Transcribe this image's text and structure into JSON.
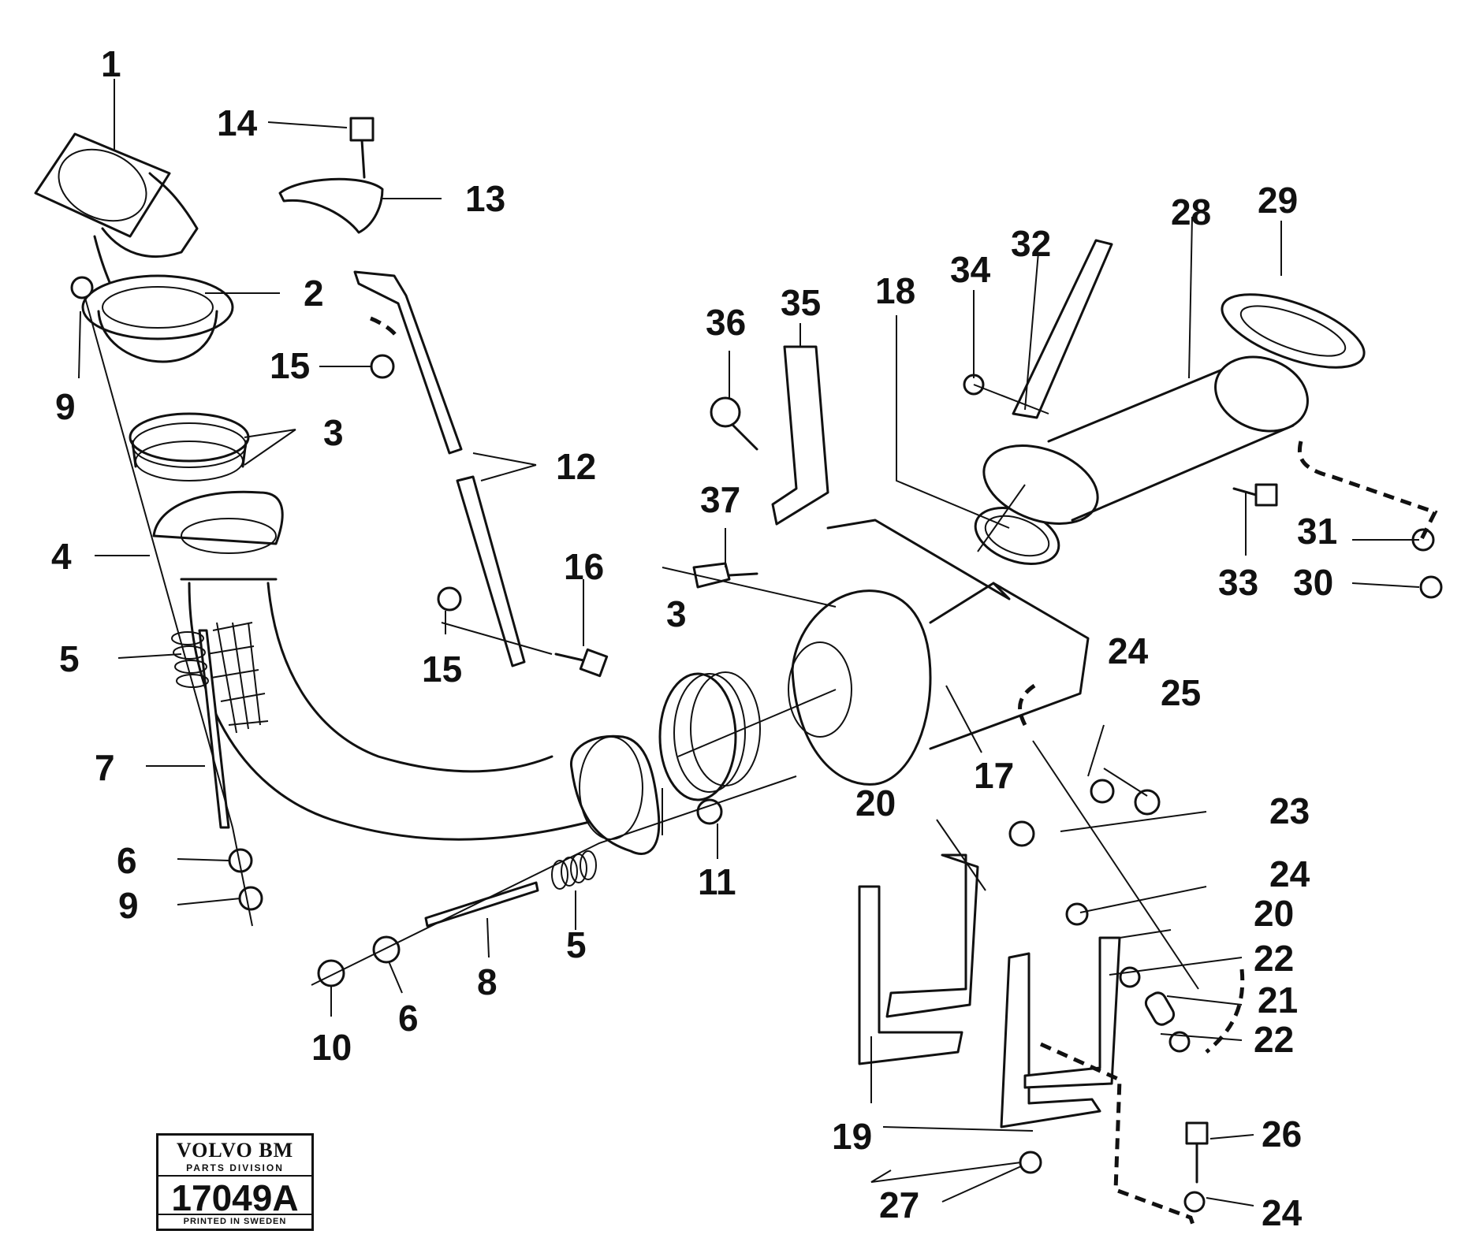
{
  "callouts": {
    "c1": "1",
    "c2": "2",
    "c3a": "3",
    "c3b": "3",
    "c4": "4",
    "c5a": "5",
    "c5b": "5",
    "c6a": "6",
    "c6b": "6",
    "c7": "7",
    "c8": "8",
    "c9a": "9",
    "c9b": "9",
    "c10": "10",
    "c11": "11",
    "c12": "12",
    "c13": "13",
    "c14": "14",
    "c15a": "15",
    "c15b": "15",
    "c16": "16",
    "c17": "17",
    "c18": "18",
    "c19": "19",
    "c20a": "20",
    "c20b": "20",
    "c21": "21",
    "c22a": "22",
    "c22b": "22",
    "c23": "23",
    "c24a": "24",
    "c24b": "24",
    "c24c": "24",
    "c25": "25",
    "c26": "26",
    "c27": "27",
    "c28": "28",
    "c29": "29",
    "c30": "30",
    "c31": "31",
    "c32": "32",
    "c33": "33",
    "c34": "34",
    "c35": "35",
    "c36": "36",
    "c37": "37"
  },
  "stamp": {
    "brand": "VOLVO BM",
    "division": "PARTS DIVISION",
    "drawing_number": "17049A",
    "printed": "PRINTED IN SWEDEN"
  }
}
